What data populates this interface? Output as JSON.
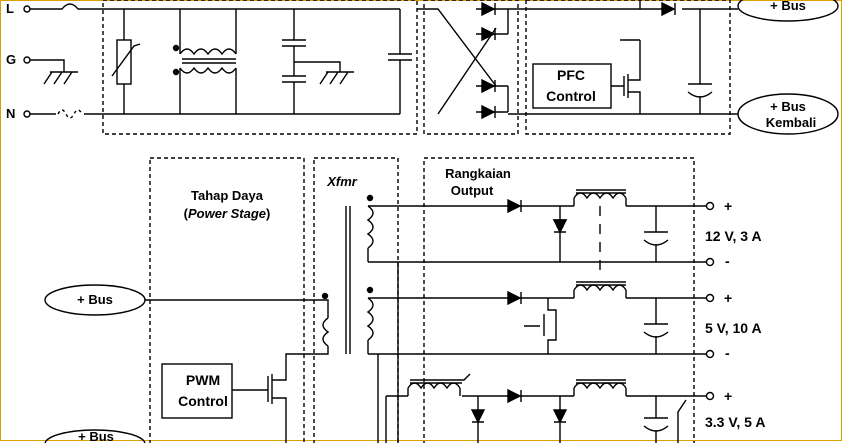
{
  "colors": {
    "ink": "#000000",
    "border": "#d8a000",
    "background": "#ffffff"
  },
  "inputs": {
    "line": "L",
    "ground": "G",
    "neutral": "N"
  },
  "pfc": {
    "block_label_1": "PFC",
    "block_label_2": "Control"
  },
  "bus_out": {
    "plus": "+ Bus",
    "return_1": "+ Bus",
    "return_2": "Kembali"
  },
  "power_stage": {
    "title_1": "Tahap Daya",
    "title_2_open": "(",
    "title_2_italic": "Power Stage",
    "title_2_close": ")"
  },
  "transformer": {
    "label": "Xfmr"
  },
  "output_circuit": {
    "title_1": "Rangkaian",
    "title_2": "Output"
  },
  "bus_in": {
    "plus": "+ Bus",
    "return_1": "+ Bus"
  },
  "pwm": {
    "block_label_1": "PWM",
    "block_label_2": "Control"
  },
  "outputs": [
    {
      "plus": "+",
      "minus": "-",
      "rating": "12 V, 3 A"
    },
    {
      "plus": "+",
      "minus": "-",
      "rating": "5 V, 10 A"
    },
    {
      "plus": "+",
      "rating": "3.3 V, 5 A"
    }
  ]
}
